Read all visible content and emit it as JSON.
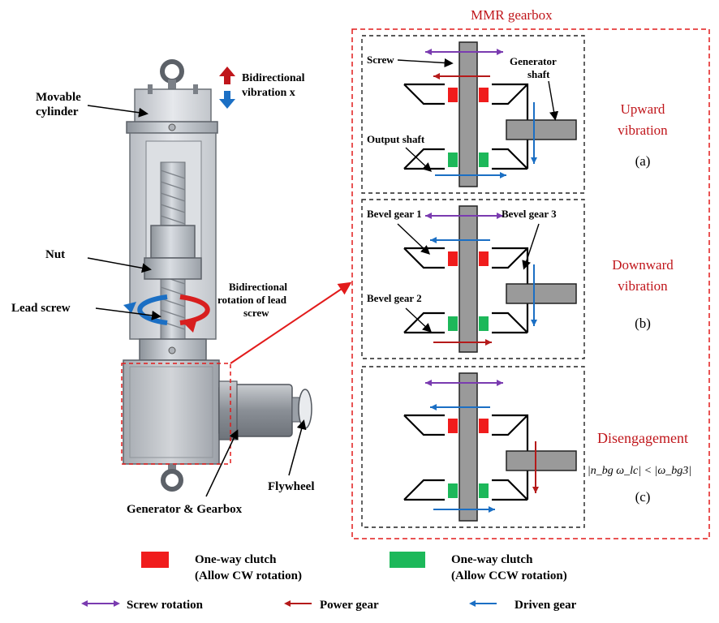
{
  "colors": {
    "red_clutch": "#f01c1c",
    "green_clutch": "#1db85a",
    "purple": "#7a3bb0",
    "dark_red": "#b51a1a",
    "blue": "#1b6fc4",
    "title_red": "#c0161b"
  },
  "left": {
    "movable_cylinder": [
      "Movable",
      "cylinder"
    ],
    "bidirectional_vibration": [
      "Bidirectional",
      "vibration x"
    ],
    "nut": "Nut",
    "lead_screw": "Lead screw",
    "rotation_label": [
      "Bidirectional",
      "rotation of lead",
      "screw"
    ],
    "flywheel": "Flywheel",
    "generator_gearbox": "Generator & Gearbox"
  },
  "gearbox": {
    "title": "MMR gearbox",
    "screw": "Screw",
    "generator_shaft": [
      "Generator",
      "shaft"
    ],
    "output_shaft": "Output shaft",
    "bevel_gear_1": "Bevel gear 1",
    "bevel_gear_2": "Bevel gear 2",
    "bevel_gear_3": "Bevel gear 3"
  },
  "modes": [
    {
      "title": [
        "Upward",
        "vibration"
      ],
      "tag": "(a)"
    },
    {
      "title": [
        "Downward",
        "vibration"
      ],
      "tag": "(b)"
    },
    {
      "title": [
        "Disengagement"
      ],
      "tag": "(c)",
      "condition": "|n_bg ω_lc| < |ω_bg3|"
    }
  ],
  "legend": {
    "clutch_cw": [
      "One-way clutch",
      "(Allow CW rotation)"
    ],
    "clutch_ccw": [
      "One-way clutch",
      "(Allow CCW rotation)"
    ],
    "screw_rotation": "Screw rotation",
    "power_gear": "Power gear",
    "driven_gear": "Driven gear"
  }
}
